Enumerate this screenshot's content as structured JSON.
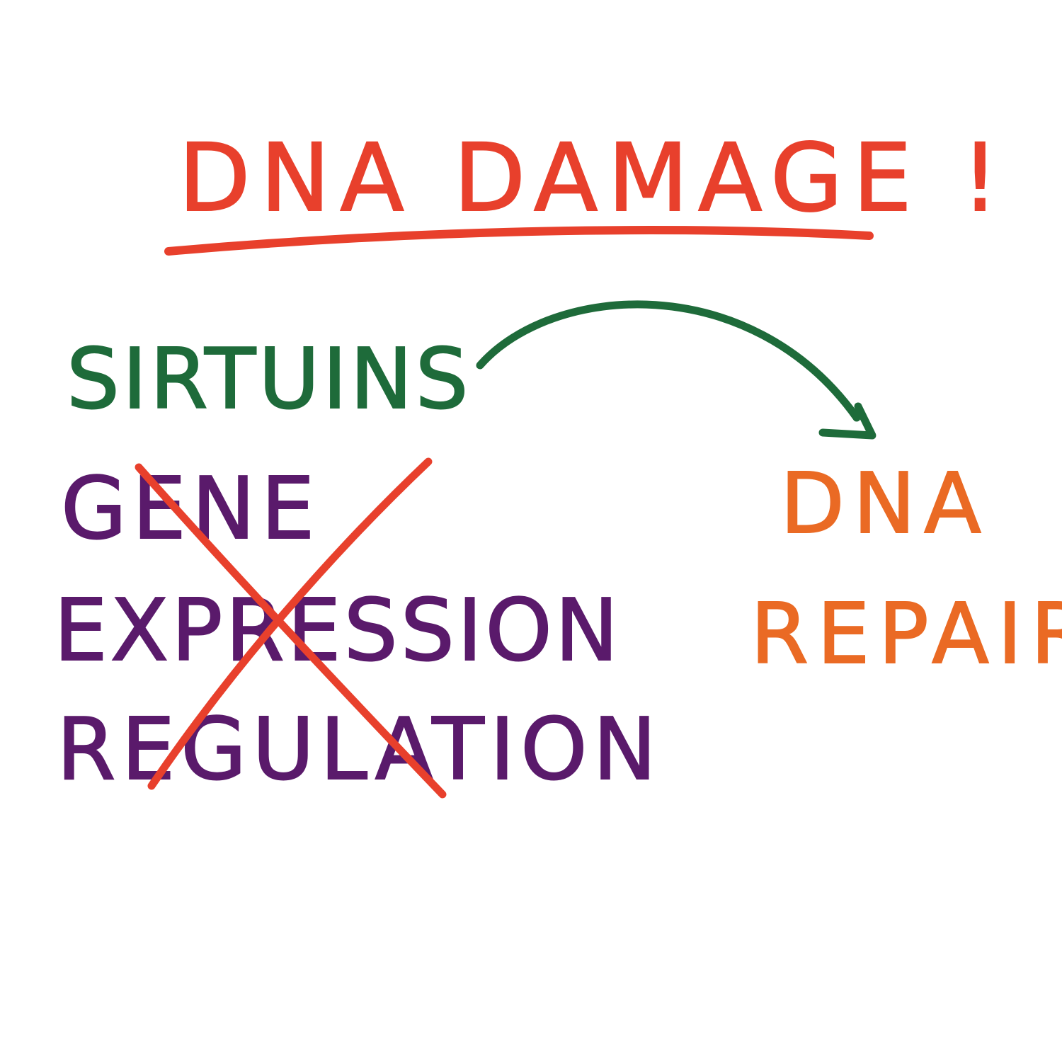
{
  "title": {
    "text": "DNA DAMAGE !",
    "color": "#e8402c"
  },
  "sirtuins": {
    "text": "SIRTUINS",
    "color": "#1e6b3a"
  },
  "crossed_out": {
    "lines": [
      "GENE",
      "EXPRESSION",
      "REGULATION"
    ],
    "text_color": "#5a1a6b",
    "cross_color": "#e8402c"
  },
  "target": {
    "lines": [
      "DNA",
      "REPAIR"
    ],
    "color": "#ea6a24"
  },
  "arrow": {
    "color": "#1e6b3a",
    "from": "SIRTUINS",
    "to": "DNA REPAIR"
  }
}
